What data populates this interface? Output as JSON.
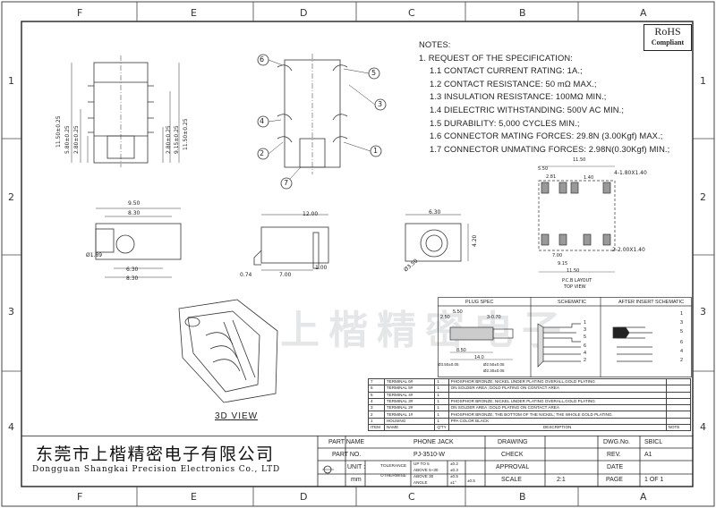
{
  "zones": {
    "columns": [
      "F",
      "E",
      "D",
      "C",
      "B",
      "A"
    ],
    "rows": [
      "1",
      "2",
      "3",
      "4"
    ]
  },
  "rohs": {
    "title": "RoHS",
    "subtitle": "Compliant"
  },
  "notes": {
    "heading": "NOTES:",
    "lines": [
      "1. REQUEST OF THE SPECIFICATION:",
      "1.1 CONTACT CURRENT RATING: 1A.;",
      "1.2 CONTACT RESISTANCE: 50 mΩ MAX.;",
      "1.3 INSULATION RESISTANCE: 100MΩ MIN.;",
      "1.4 DIELECTRIC WITHSTANDING: 500V AC MIN.;",
      "1.5 DURABILITY: 5,000 CYCLES MIN.;",
      "1.6 CONNECTOR MATING FORCES: 29.8N (3.00Kgf) MAX.;",
      "1.7 CONNECTOR UNMATING FORCES: 2.98N(0.30Kgf) MIN.;"
    ]
  },
  "dims": {
    "d1150a": "11.50±0.25",
    "d580": "5.80±0.25",
    "d280": "2.80±0.25",
    "d1150b": "11.50±0.25",
    "d915": "9.15±0.25",
    "d280b": "2.80±0.25",
    "d950": "9.50",
    "d830a": "8.30",
    "d630a": "6.30",
    "d830b": "8.30",
    "d189": "Ø1.89",
    "d1200": "12.00",
    "d074": "0.74",
    "d700": "7.00",
    "d100": "1.00",
    "d630b": "6.30",
    "d420": "4.20",
    "d350": "Ø3.50",
    "p1150": "11.50",
    "p550": "5.50",
    "p281": "2.81",
    "p140": "1.40",
    "p700": "7.00",
    "p915": "9.15",
    "p1150b": "11.50",
    "p_hole1": "4-1.80X1.40",
    "p_hole2": "2-2.00X1.40"
  },
  "pcb": {
    "title": "P.C.B LAYOUT",
    "sub": "TOP VIEW"
  },
  "callouts": [
    "6",
    "5",
    "3",
    "4",
    "2",
    "1",
    "7"
  ],
  "plug": {
    "h_spec": "PLUG SPEC",
    "h_sch": "SCHEMATIC",
    "h_after": "AFTER INSERT SCHEMATIC",
    "d550": "5.50",
    "d250": "2.50",
    "d070": "3-0.70",
    "d850": "8.50",
    "d140": "14.0",
    "d350": "Ø3.50±0.05",
    "d250b": "Ø2.50±0.05",
    "d230": "Ø2.30±0.05",
    "pins": [
      "1",
      "3",
      "5",
      "6",
      "4",
      "2"
    ],
    "pins_after": [
      "1",
      "3",
      "5",
      "6",
      "4",
      "2"
    ]
  },
  "bom": {
    "rows": [
      {
        "item": "7",
        "name": "TERMINAL 6#",
        "qty": "1",
        "desc": "PHOSPHOR BRONZE; NICKEL UNDER PLATING OVERALL,GOLD PLATING",
        "note": ""
      },
      {
        "item": "6",
        "name": "TERMINAL 5#",
        "qty": "1",
        "desc": "ON SOLDER AREA ;GOLD PLATING ON CONTACT AREA",
        "note": ""
      },
      {
        "item": "5",
        "name": "TERMINAL 4#",
        "qty": "1",
        "desc": "",
        "note": ""
      },
      {
        "item": "4",
        "name": "TERMINAL 3#",
        "qty": "1",
        "desc": "PHOSPHOR BRONZE; NICKEL UNDER PLATING OVERALL,GOLD PLATING",
        "note": ""
      },
      {
        "item": "3",
        "name": "TERMINAL 2#",
        "qty": "1",
        "desc": "ON SOLDER AREA ;GOLD PLATING ON CONTACT AREA",
        "note": ""
      },
      {
        "item": "2",
        "name": "TERMINAL 1#",
        "qty": "1",
        "desc": "PHOSPHOR BRONZE; THE BOTTOM OF THE NICKEL; THE WHOLE GOLD PLATING.",
        "note": ""
      },
      {
        "item": "1",
        "name": "HOUSING",
        "qty": "1",
        "desc": "PPA  COLOR BLACK",
        "note": ""
      }
    ],
    "header": {
      "item": "ITEM",
      "name": "NAME",
      "qty": "Q'TY",
      "desc": "DESCRIPTION",
      "note": "NOTE"
    }
  },
  "title_block": {
    "company_cn": "东莞市上楷精密电子有限公司",
    "company_en": "Dongguan Shangkai Precision Electronics Co., LTD",
    "part_name_label": "PART NAME",
    "part_name": "PHONE JACK",
    "part_no_label": "PART NO.",
    "part_no": "PJ-3510-W",
    "unit_label": "UNIT :",
    "unit": "mm",
    "tolerance_label": "TOLERANCE",
    "otherwise_label": "OTHERWISE",
    "tol1": "UP TO 5",
    "tol1v": "±0.2",
    "tol2": "ABOVE 5~30",
    "tol2v": "±0.3",
    "tol3": "ABOVE 30",
    "tol3v": "±0.5",
    "angle_label": "ANGLE",
    "angle_v": "±1°",
    "angle_v2": "±0.5",
    "drawing": "DRAWING",
    "check": "CHECK",
    "approval": "APPROVAL",
    "scale_label": "SCALE",
    "scale": "2:1",
    "dwg_no_label": "DWG.No.",
    "dwg_no": "SBICL",
    "rev_label": "REV.",
    "rev": "A1",
    "date_label": "DATE",
    "page_label": "PAGE",
    "page": "1 OF 1"
  },
  "view3d": "3D VIEW",
  "watermark": "上楷精密电子"
}
